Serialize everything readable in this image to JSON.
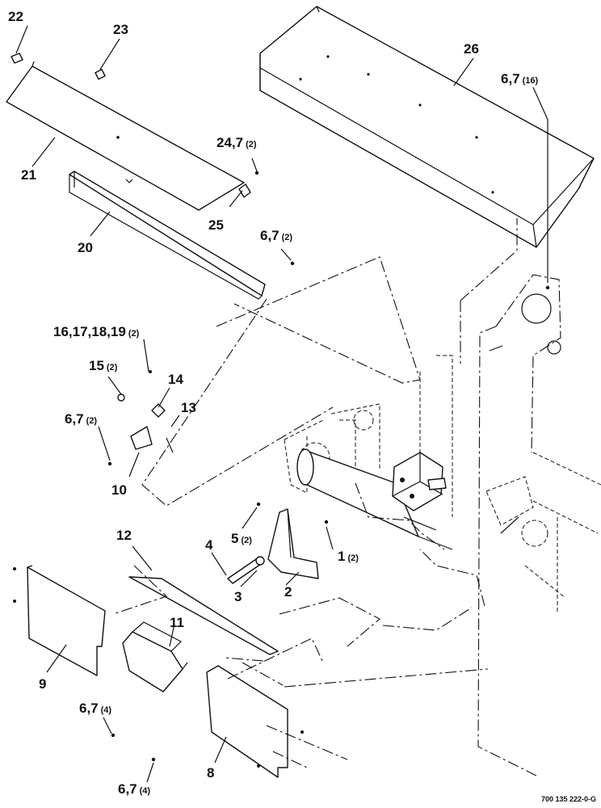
{
  "callouts": [
    {
      "id": "c22",
      "label": "22",
      "qty": ""
    },
    {
      "id": "c23",
      "label": "23",
      "qty": ""
    },
    {
      "id": "c26",
      "label": "26",
      "qty": ""
    },
    {
      "id": "c6_7_top",
      "label": "6,7",
      "qty": "(16)"
    },
    {
      "id": "c24_7",
      "label": "24,7",
      "qty": "(2)"
    },
    {
      "id": "c21",
      "label": "21",
      "qty": ""
    },
    {
      "id": "c25",
      "label": "25",
      "qty": ""
    },
    {
      "id": "c6_7_mid",
      "label": "6,7",
      "qty": "(2)"
    },
    {
      "id": "c20",
      "label": "20",
      "qty": ""
    },
    {
      "id": "c16_19",
      "label": "16,17,18,19",
      "qty": "(2)"
    },
    {
      "id": "c15",
      "label": "15",
      "qty": "(2)"
    },
    {
      "id": "c14",
      "label": "14",
      "qty": ""
    },
    {
      "id": "c13",
      "label": "13",
      "qty": ""
    },
    {
      "id": "c6_7_left",
      "label": "6,7",
      "qty": "(2)"
    },
    {
      "id": "c10",
      "label": "10",
      "qty": ""
    },
    {
      "id": "c12",
      "label": "12",
      "qty": ""
    },
    {
      "id": "c4",
      "label": "4",
      "qty": ""
    },
    {
      "id": "c5",
      "label": "5",
      "qty": "(2)"
    },
    {
      "id": "c1",
      "label": "1",
      "qty": "(2)"
    },
    {
      "id": "c3",
      "label": "3",
      "qty": ""
    },
    {
      "id": "c2",
      "label": "2",
      "qty": ""
    },
    {
      "id": "c11",
      "label": "11",
      "qty": ""
    },
    {
      "id": "c9",
      "label": "9",
      "qty": ""
    },
    {
      "id": "c6_7_low",
      "label": "6,7",
      "qty": "(4)"
    },
    {
      "id": "c8",
      "label": "8",
      "qty": ""
    },
    {
      "id": "c6_7_bottom",
      "label": "6,7",
      "qty": "(4)"
    }
  ],
  "figure_number": "700 135 222-0-G"
}
